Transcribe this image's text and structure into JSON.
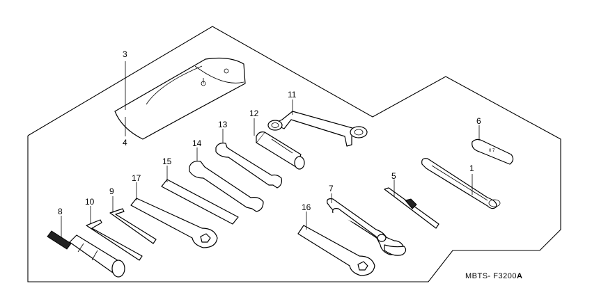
{
  "diagram": {
    "callouts": [
      "1",
      "3",
      "4",
      "5",
      "6",
      "7",
      "8",
      "9",
      "10",
      "11",
      "12",
      "13",
      "14",
      "15",
      "16",
      "17"
    ],
    "code": "MBTS- F3200",
    "code_suffix": "A"
  }
}
